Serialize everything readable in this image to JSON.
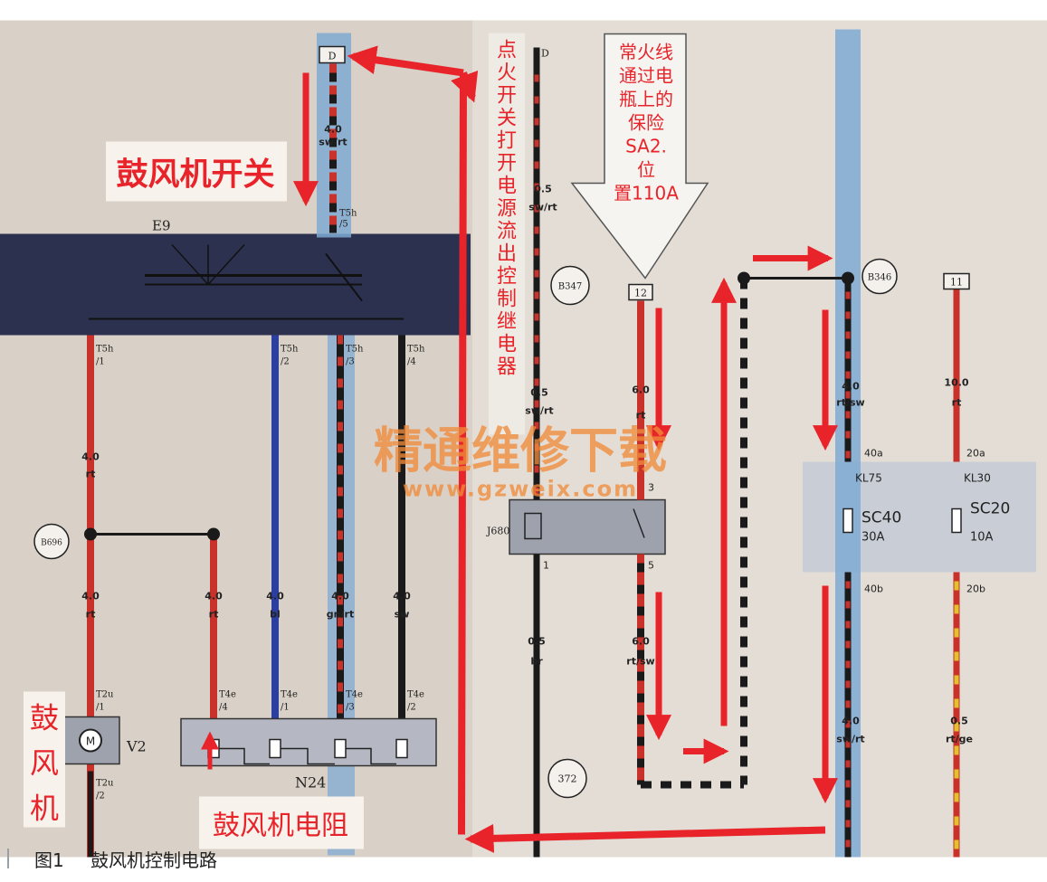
{
  "figure": {
    "caption_number": "图1",
    "caption_title": "鼓风机控制电路"
  },
  "callouts": {
    "blower_switch": "鼓风机开关",
    "blower_motor": "鼓风机",
    "blower_resistor": "鼓风机电阻",
    "ignition_note": "点火开关打开电源流出控制继电器",
    "constant_power_note": "常火线通过电瓶上的保险SA2.位置110A"
  },
  "watermark": {
    "text": "精通维修下载",
    "url": "www.gzweix.com"
  },
  "components": {
    "switch": "E9",
    "motor": "V2",
    "resistor": "N24",
    "relay": "J680",
    "fuse40_name": "SC40",
    "fuse40_rating": "30A",
    "fuse20_name": "SC20",
    "fuse20_rating": "10A",
    "term_kl75": "KL75",
    "term_kl30": "KL30"
  },
  "connectors": {
    "t5h": "T5h",
    "t5h_pin5": "/5",
    "t5h_pin1": "/1",
    "t5h_pin2": "/2",
    "t5h_pin3": "/3",
    "t5h_pin4": "/4",
    "t2u": "T2u",
    "t2u_pin1": "/1",
    "t2u_pin2": "/2",
    "t4e": "T4e",
    "t4e_pin4": "/4",
    "t4e_pin1": "/1",
    "t4e_pin3": "/3",
    "t4e_pin2": "/2",
    "relay_pin1": "1",
    "relay_pin3": "3",
    "relay_pin5": "5",
    "fuse_pin40a": "40a",
    "fuse_pin40b": "40b",
    "fuse_pin20a": "20a",
    "fuse_pin20b": "20b"
  },
  "nodes": {
    "b696": "B696",
    "b347": "B347",
    "b346": "B346",
    "n372": "372",
    "top_box": "D",
    "box12": "12",
    "box11": "11",
    "d_label": "D"
  },
  "wires": {
    "top_size": "4.0",
    "top_color": "sw/rt",
    "w1_size": "4.0",
    "w1_color": "rt",
    "w1b_size": "4.0",
    "w1b_color": "rt",
    "w2_size": "4.0",
    "w2_color": "rt",
    "w3_size": "4.0",
    "w3_color": "bl",
    "w4_size": "4.0",
    "w4_color": "gn/rt",
    "w5_size": "4.0",
    "w5_color": "sw",
    "d1_size": "0.5",
    "d1_color": "sw/rt",
    "d2_size": "0.5",
    "d2_color": "sw/rt",
    "d3_size": "0.5",
    "d3_color": "br",
    "r1_size": "6.0",
    "r1_color": "rt",
    "r2_size": "6.0",
    "r2_color": "rt/sw",
    "f1_size": "4.0",
    "f1_color": "rt/sw",
    "f2_size": "4.0",
    "f2_color": "sw/rt",
    "g1_size": "10.0",
    "g1_color": "rt",
    "g2_size": "0.5",
    "g2_color": "rt/ge"
  },
  "colors": {
    "wire_red": "#c8322a",
    "wire_blue": "#2b3fa0",
    "wire_black": "#1a1a1a",
    "wire_yellow": "#e2c22a",
    "arrow_red": "#e8242a",
    "highlight_blue": "#7faad2",
    "band_navy": "#2c3150",
    "background_left": "#d8d0c6",
    "background_right": "#e2dcd4",
    "watermark": "#f08a3a"
  }
}
